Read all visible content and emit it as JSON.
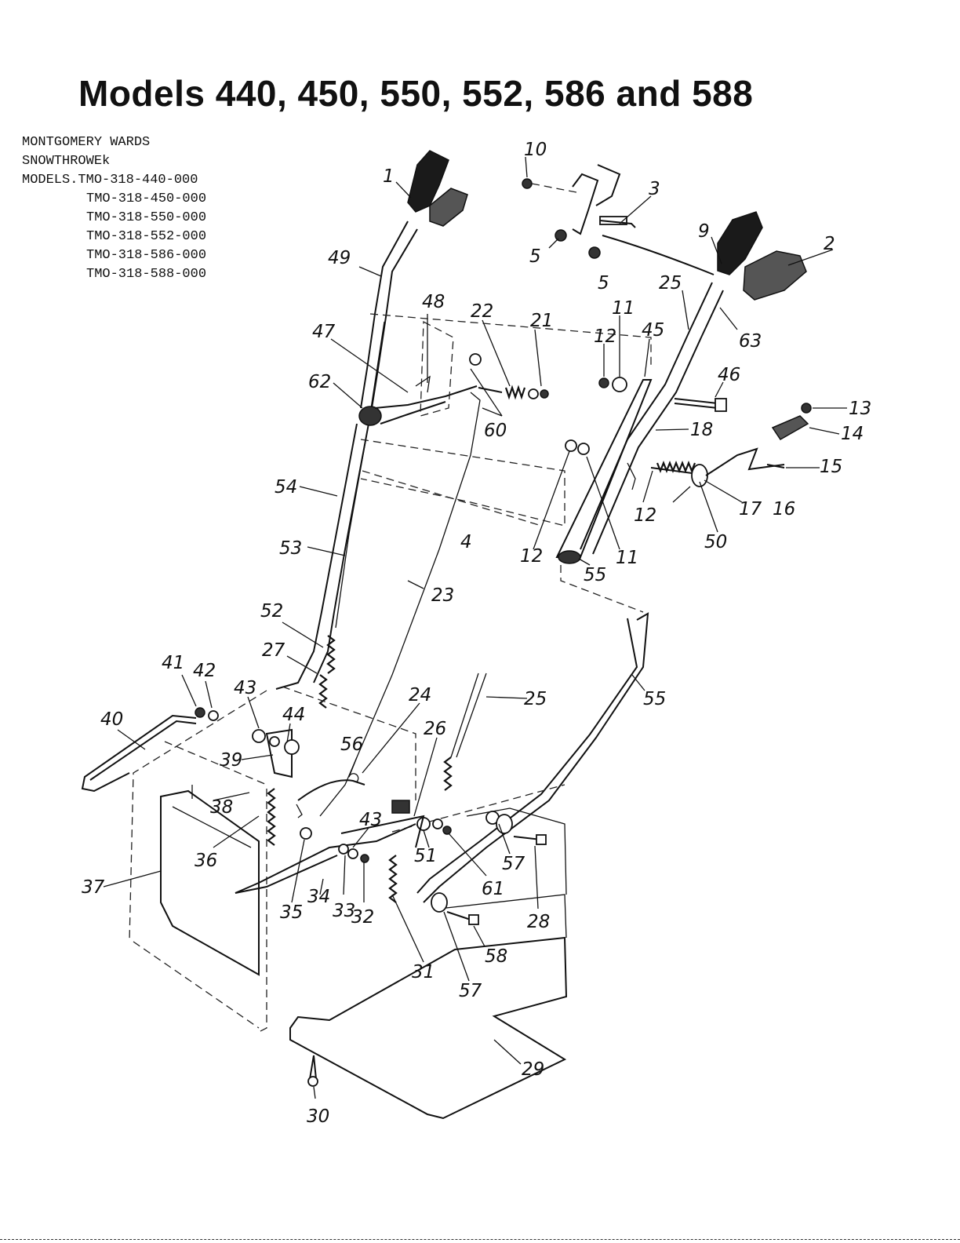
{
  "title": "Models 440, 450, 550, 552, 586 and 588",
  "models_block": {
    "brand": "MONTGOMERY WARDS",
    "product": "SNOWTHROWEk",
    "lines": [
      "MODELS.TMO-318-440-000",
      "TMO-318-450-000",
      "TMO-318-550-000",
      "TMO-318-552-000",
      "TMO-318-586-000",
      "TMO-318-588-000"
    ]
  },
  "callouts": {
    "c1": "1",
    "c2": "2",
    "c3": "3",
    "c4": "4",
    "c5a": "5",
    "c5b": "5",
    "c9": "9",
    "c10": "10",
    "c11a": "11",
    "c11b": "11",
    "c12a": "12",
    "c12b": "12",
    "c12c": "12",
    "c13": "13",
    "c14": "14",
    "c15": "15",
    "c16": "16",
    "c17": "17",
    "c18": "18",
    "c21": "21",
    "c22": "22",
    "c23": "23",
    "c24": "24",
    "c25a": "25",
    "c25b": "25",
    "c26": "26",
    "c27": "27",
    "c28": "28",
    "c29": "29",
    "c30": "30",
    "c31": "31",
    "c32": "32",
    "c33": "33",
    "c34": "34",
    "c35": "35",
    "c36": "36",
    "c37": "37",
    "c38": "38",
    "c39": "39",
    "c40": "40",
    "c41": "41",
    "c42": "42",
    "c43a": "43",
    "c43b": "43",
    "c44": "44",
    "c45": "45",
    "c46": "46",
    "c47": "47",
    "c48": "48",
    "c49": "49",
    "c50": "50",
    "c51": "51",
    "c52": "52",
    "c53": "53",
    "c54": "54",
    "c55a": "55",
    "c55b": "55",
    "c56": "56",
    "c57a": "57",
    "c57b": "57",
    "c58": "58",
    "c60": "60",
    "c61": "61",
    "c62": "62",
    "c63": "63"
  }
}
